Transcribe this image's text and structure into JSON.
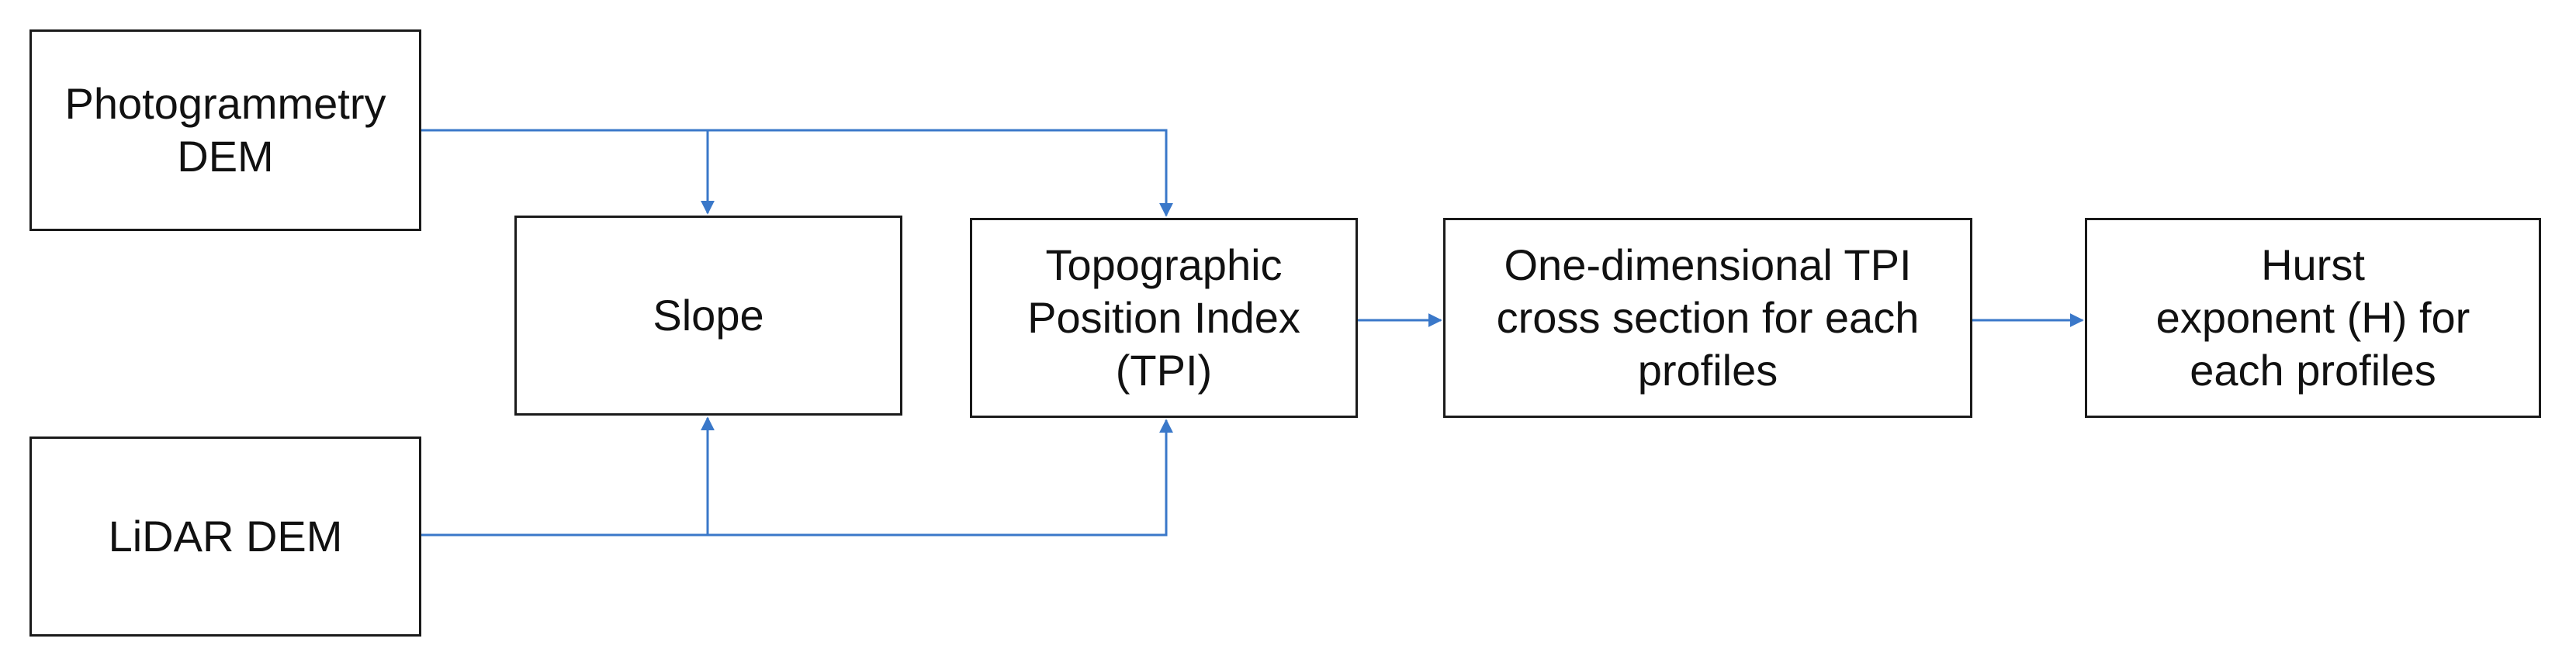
{
  "diagram": {
    "nodes": {
      "photogrammetry": "Photogrammetry\nDEM",
      "lidar": "LiDAR DEM",
      "slope": "Slope",
      "tpi": "Topographic\nPosition Index\n(TPI)",
      "cross_section": "One-dimensional  TPI\ncross section for each\nprofiles",
      "hurst": "Hurst\nexponent (H) for\neach profiles"
    },
    "edges": [
      {
        "from": "photogrammetry",
        "to": "slope"
      },
      {
        "from": "photogrammetry",
        "to": "tpi"
      },
      {
        "from": "lidar",
        "to": "slope"
      },
      {
        "from": "lidar",
        "to": "tpi"
      },
      {
        "from": "tpi",
        "to": "cross_section"
      },
      {
        "from": "cross_section",
        "to": "hurst"
      }
    ],
    "colors": {
      "arrow": "#3a78c9",
      "box_border": "#1a1a1a",
      "text": "#111111"
    }
  }
}
